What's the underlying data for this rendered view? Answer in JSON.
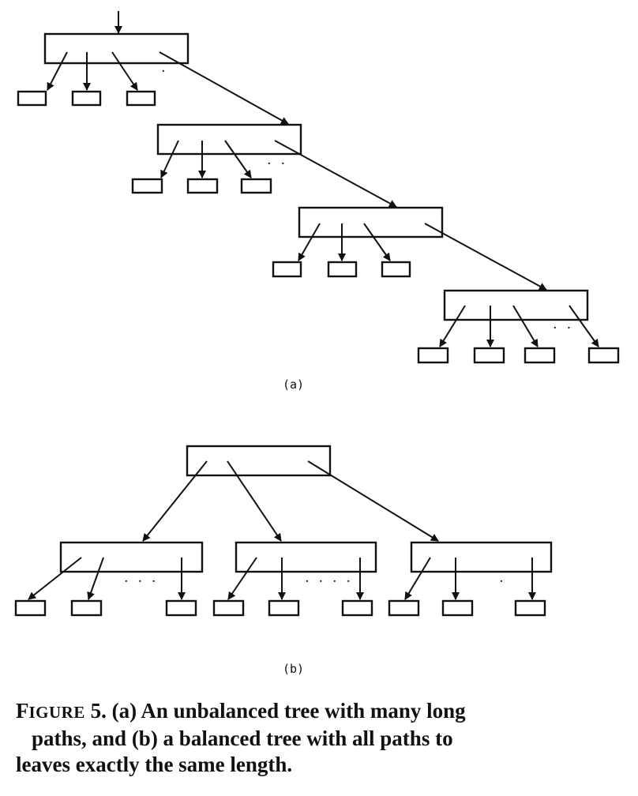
{
  "figure": {
    "label_a": "(a)",
    "label_b": "(b)",
    "caption": {
      "figure_word_first": "F",
      "figure_word_rest": "IGURE",
      "figure_number": "5.",
      "line1_text": "(a) An unbalanced tree with many long",
      "line2_text": "paths, and (b) a balanced tree with all paths to",
      "line3_text": "leaves exactly the same length."
    },
    "ellipsis": {
      "a1": "·",
      "a2": "· ·",
      "a4": "· ·",
      "b1": "· · ·",
      "b2": "· · · ·",
      "b3": "·"
    }
  }
}
